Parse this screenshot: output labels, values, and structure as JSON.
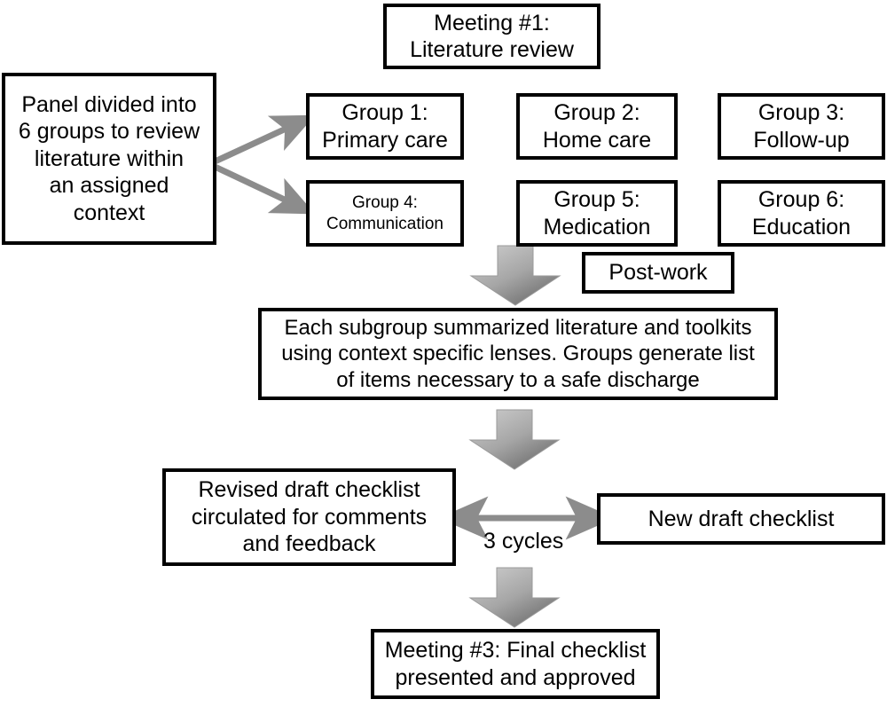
{
  "diagram": {
    "title": "Consensus panel checklist development process flowchart",
    "accent_color": "#000000",
    "arrow_color": "#8c8c8c",
    "background": "#ffffff"
  },
  "nodes": {
    "meeting1": {
      "label": "Meeting #1:\nLiterature review"
    },
    "panel": {
      "label": "Panel divided into\n6 groups to review\nliterature within\nan assigned\ncontext"
    },
    "group1": {
      "label": "Group 1:\nPrimary care"
    },
    "group2": {
      "label": "Group 2:\nHome care"
    },
    "group3": {
      "label": "Group 3:\nFollow-up"
    },
    "group4": {
      "label": "Group 4:\nCommunication"
    },
    "group5": {
      "label": "Group 5:\nMedication"
    },
    "group6": {
      "label": "Group 6:\nEducation"
    },
    "postwork": {
      "label": "Post-work"
    },
    "summary": {
      "label": "Each subgroup summarized literature and toolkits\nusing context specific lenses.  Groups generate list\nof items necessary to a safe discharge"
    },
    "revised": {
      "label": "Revised draft checklist\ncirculated for comments\nand feedback"
    },
    "newdraft": {
      "label": "New draft checklist"
    },
    "meeting3": {
      "label": "Meeting #3: Final checklist\npresented and approved"
    }
  },
  "edges": {
    "cycles_label": "3 cycles"
  }
}
